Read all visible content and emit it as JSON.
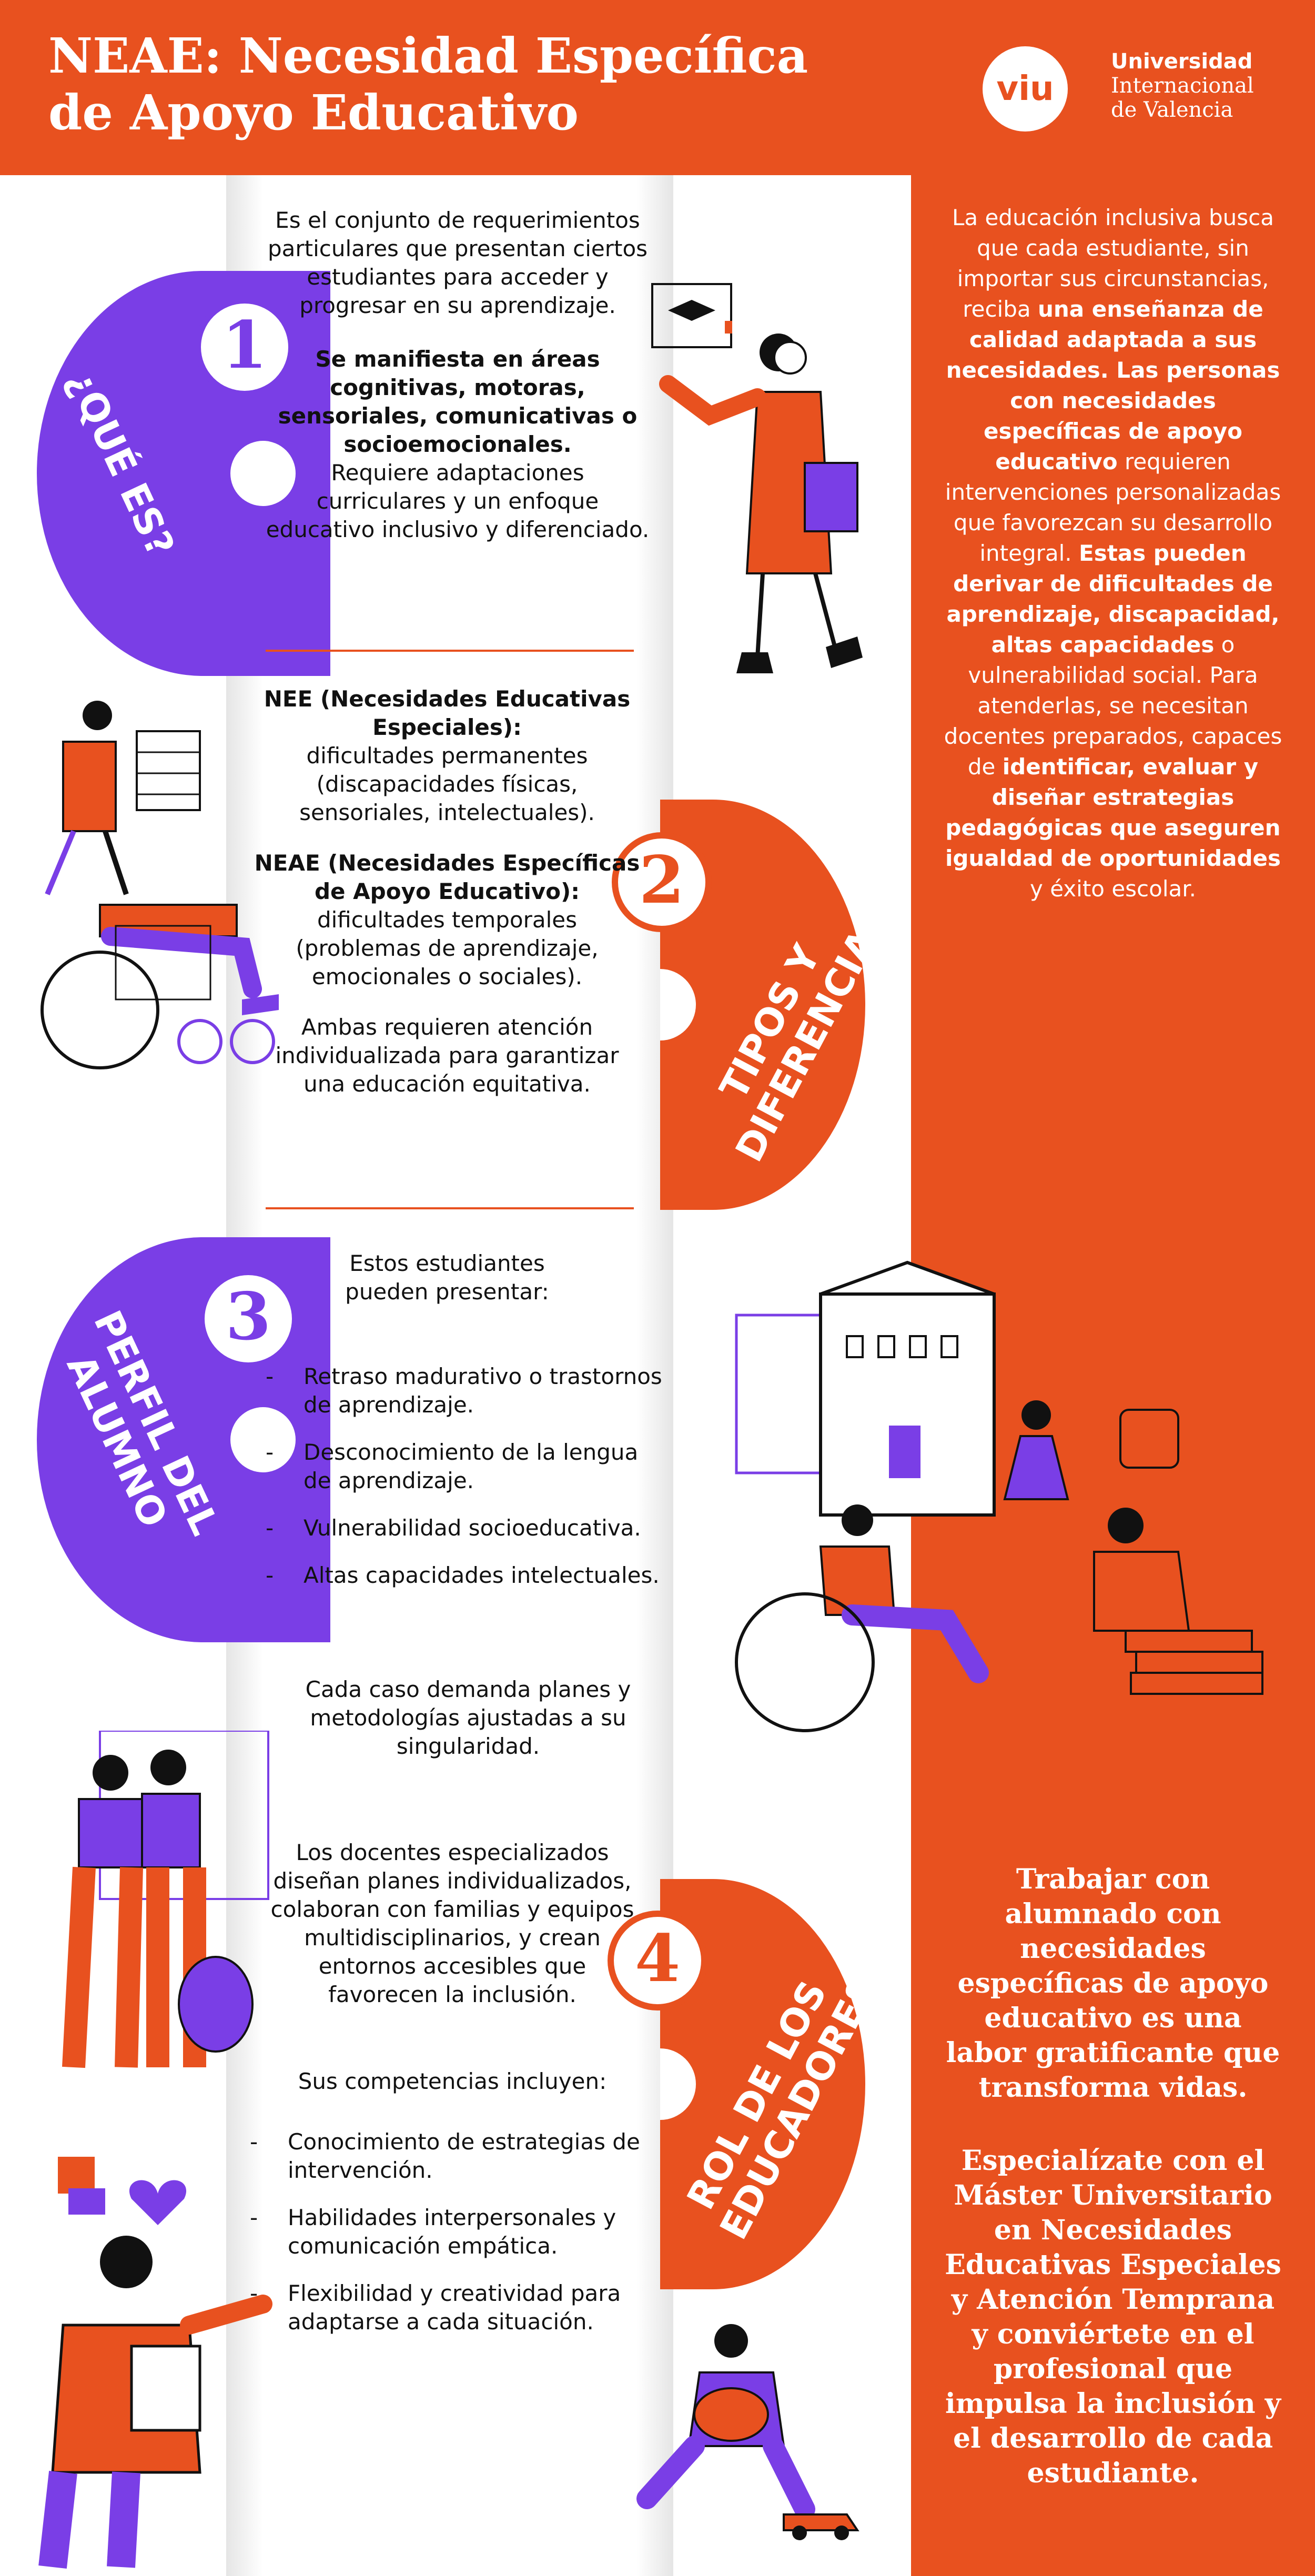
{
  "colors": {
    "orange": "#e8511f",
    "purple": "#7a3ee6",
    "white": "#ffffff",
    "text": "#111111"
  },
  "header": {
    "title_line1": "NEAE: Necesidad Específica",
    "title_line2": "de Apoyo Educativo",
    "logo": {
      "mark": "viu",
      "line1": "Universidad",
      "line2": "Internacional",
      "line3": "de Valencia"
    }
  },
  "section1": {
    "number": "1",
    "tab_label": "¿QUÉ ES?",
    "para1": "Es el conjunto de requerimientos particulares que presentan ciertos estudiantes para acceder y progresar en su aprendizaje.",
    "para2_bold": "Se manifiesta en áreas cognitivas, motoras, sensoriales, comunicativas o socioemocionales.",
    "para2_rest": "Requiere adaptaciones curriculares y un enfoque educativo inclusivo y diferenciado."
  },
  "section2": {
    "number": "2",
    "tab_label_line1": "TIPOS Y",
    "tab_label_line2": "DIFERENCIAS",
    "nee_title": "NEE (Necesidades Educativas Especiales):",
    "nee_text": "dificultades permanentes (discapacidades físicas, sensoriales, intelectuales).",
    "neae_title": "NEAE (Necesidades Específicas de Apoyo Educativo):",
    "neae_text": "dificultades temporales (problemas de aprendizaje, emocionales o sociales).",
    "closing": "Ambas requieren atención individualizada para garantizar una educación equitativa."
  },
  "section3": {
    "number": "3",
    "tab_label_line1": "PERFIL DEL",
    "tab_label_line2": "ALUMNO",
    "intro": "Estos estudiantes pueden presentar:",
    "items": [
      "Retraso madurativo o trastornos de aprendizaje.",
      "Desconocimiento de la lengua de aprendizaje.",
      "Vulnerabilidad socioeducativa.",
      "Altas capacidades intelectuales."
    ],
    "closing": "Cada caso demanda planes y metodologías ajustadas a su singularidad."
  },
  "section4": {
    "number": "4",
    "tab_label_line1": "ROL DE LOS",
    "tab_label_line2": "EDUCADORES",
    "para1": "Los docentes especializados diseñan planes individualizados, colaboran con familias y equipos multidisciplinarios, y crean entornos accesibles que favorecen la inclusión.",
    "intro": "Sus competencias incluyen:",
    "items": [
      "Conocimiento de estrategias de intervención.",
      "Habilidades interpersonales y comunicación empática.",
      "Flexibilidad y creatividad para adaptarse a cada situación."
    ]
  },
  "right_panel": {
    "p_a": "La educación inclusiva busca que cada estudiante, sin importar sus circunstancias, reciba ",
    "p_b": "una enseñanza de calidad adaptada a sus necesidades. Las personas con necesidades específicas de apoyo educativo",
    "p_c": " requieren intervenciones personalizadas que favorezcan su desarrollo integral. ",
    "p_d": "Estas pueden derivar de dificultades de aprendizaje, discapacidad, altas capacidades",
    "p_e": " o vulnerabilidad social. Para atenderlas, se necesitan docentes preparados, capaces de ",
    "p_f": "identificar, evaluar y diseñar estrategias pedagógicas que aseguren igualdad de oportunidades",
    "p_g": " y éxito escolar.",
    "statement": "Trabajar con alumnado con necesidades específicas de apoyo educativo es una labor gratificante que transforma vidas.",
    "cta": "Especialízate con el Máster Universitario en Necesidades Educativas Especiales y Atención Temprana y conviértete en el profesional que impulsa la inclusión y el desarrollo de cada estudiante."
  }
}
